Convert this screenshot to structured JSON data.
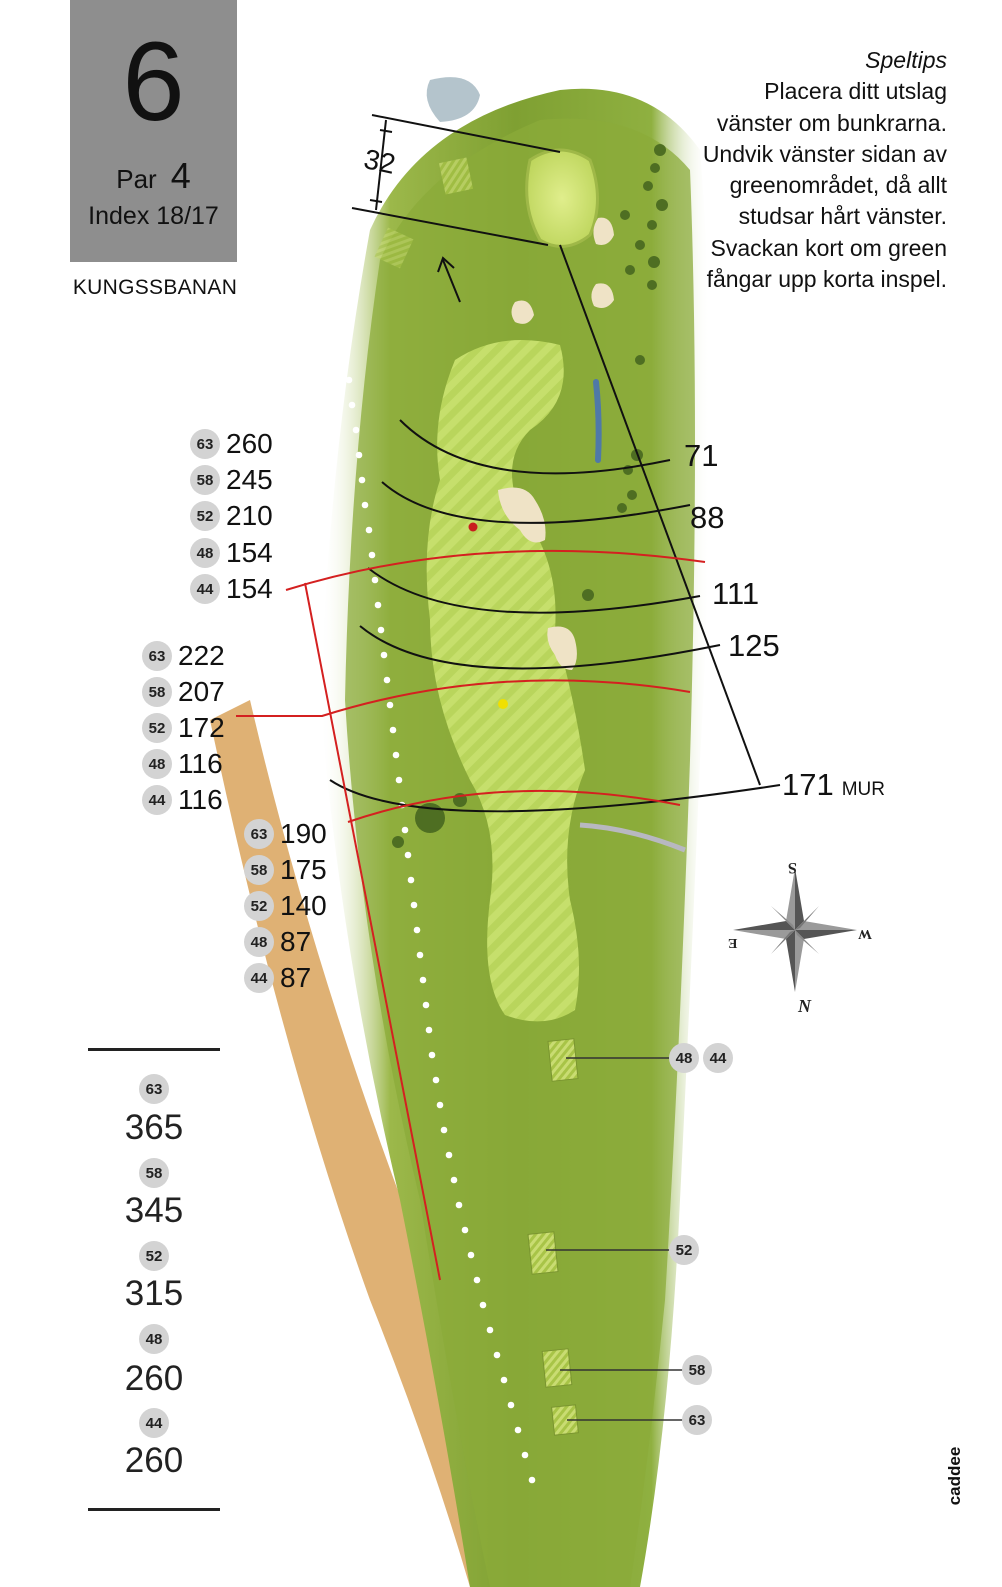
{
  "hole": {
    "number": "6",
    "par_label": "Par",
    "par_value": "4",
    "index": "Index 18/17",
    "course": "KUNGSSBANAN"
  },
  "tips": {
    "title": "Speltips",
    "lines": [
      "Placera ditt utslag",
      "vänster om bunkrarna.",
      "Undvik vänster sidan av",
      "greenområdet, då allt",
      "studsar hårt vänster.",
      "Svackan kort om green",
      "fångar upp korta inspel."
    ]
  },
  "green_depth": "32",
  "distance_groups": [
    {
      "rows": [
        {
          "tee": "63",
          "value": "260"
        },
        {
          "tee": "58",
          "value": "245"
        },
        {
          "tee": "52",
          "value": "210"
        },
        {
          "tee": "48",
          "value": "154"
        },
        {
          "tee": "44",
          "value": "154"
        }
      ]
    },
    {
      "rows": [
        {
          "tee": "63",
          "value": "222"
        },
        {
          "tee": "58",
          "value": "207"
        },
        {
          "tee": "52",
          "value": "172"
        },
        {
          "tee": "48",
          "value": "116"
        },
        {
          "tee": "44",
          "value": "116"
        }
      ]
    },
    {
      "rows": [
        {
          "tee": "63",
          "value": "190"
        },
        {
          "tee": "58",
          "value": "175"
        },
        {
          "tee": "52",
          "value": "140"
        },
        {
          "tee": "48",
          "value": "87"
        },
        {
          "tee": "44",
          "value": "87"
        }
      ]
    }
  ],
  "arc_distances": [
    {
      "value": "71"
    },
    {
      "value": "88"
    },
    {
      "value": "111"
    },
    {
      "value": "125"
    },
    {
      "value": "171",
      "note": "MUR"
    }
  ],
  "totals": [
    {
      "tee": "63",
      "length": "365"
    },
    {
      "tee": "58",
      "length": "345"
    },
    {
      "tee": "52",
      "length": "315"
    },
    {
      "tee": "48",
      "length": "260"
    },
    {
      "tee": "44",
      "length": "260"
    }
  ],
  "tee_boxes": [
    {
      "labels": [
        "48",
        "44"
      ]
    },
    {
      "labels": [
        "52"
      ]
    },
    {
      "labels": [
        "58"
      ]
    },
    {
      "labels": [
        "63"
      ]
    }
  ],
  "compass": {
    "s": "S",
    "w": "W",
    "e": "E",
    "n": "N"
  },
  "brand": "caddee",
  "colors": {
    "rough": "#7fa032",
    "fairway": "#b8d45a",
    "green": "#d4e57a",
    "bunker": "#efe3c6",
    "red_line": "#d42020",
    "sand_strip": "#d9a35c",
    "box": "#8e8e8e"
  }
}
